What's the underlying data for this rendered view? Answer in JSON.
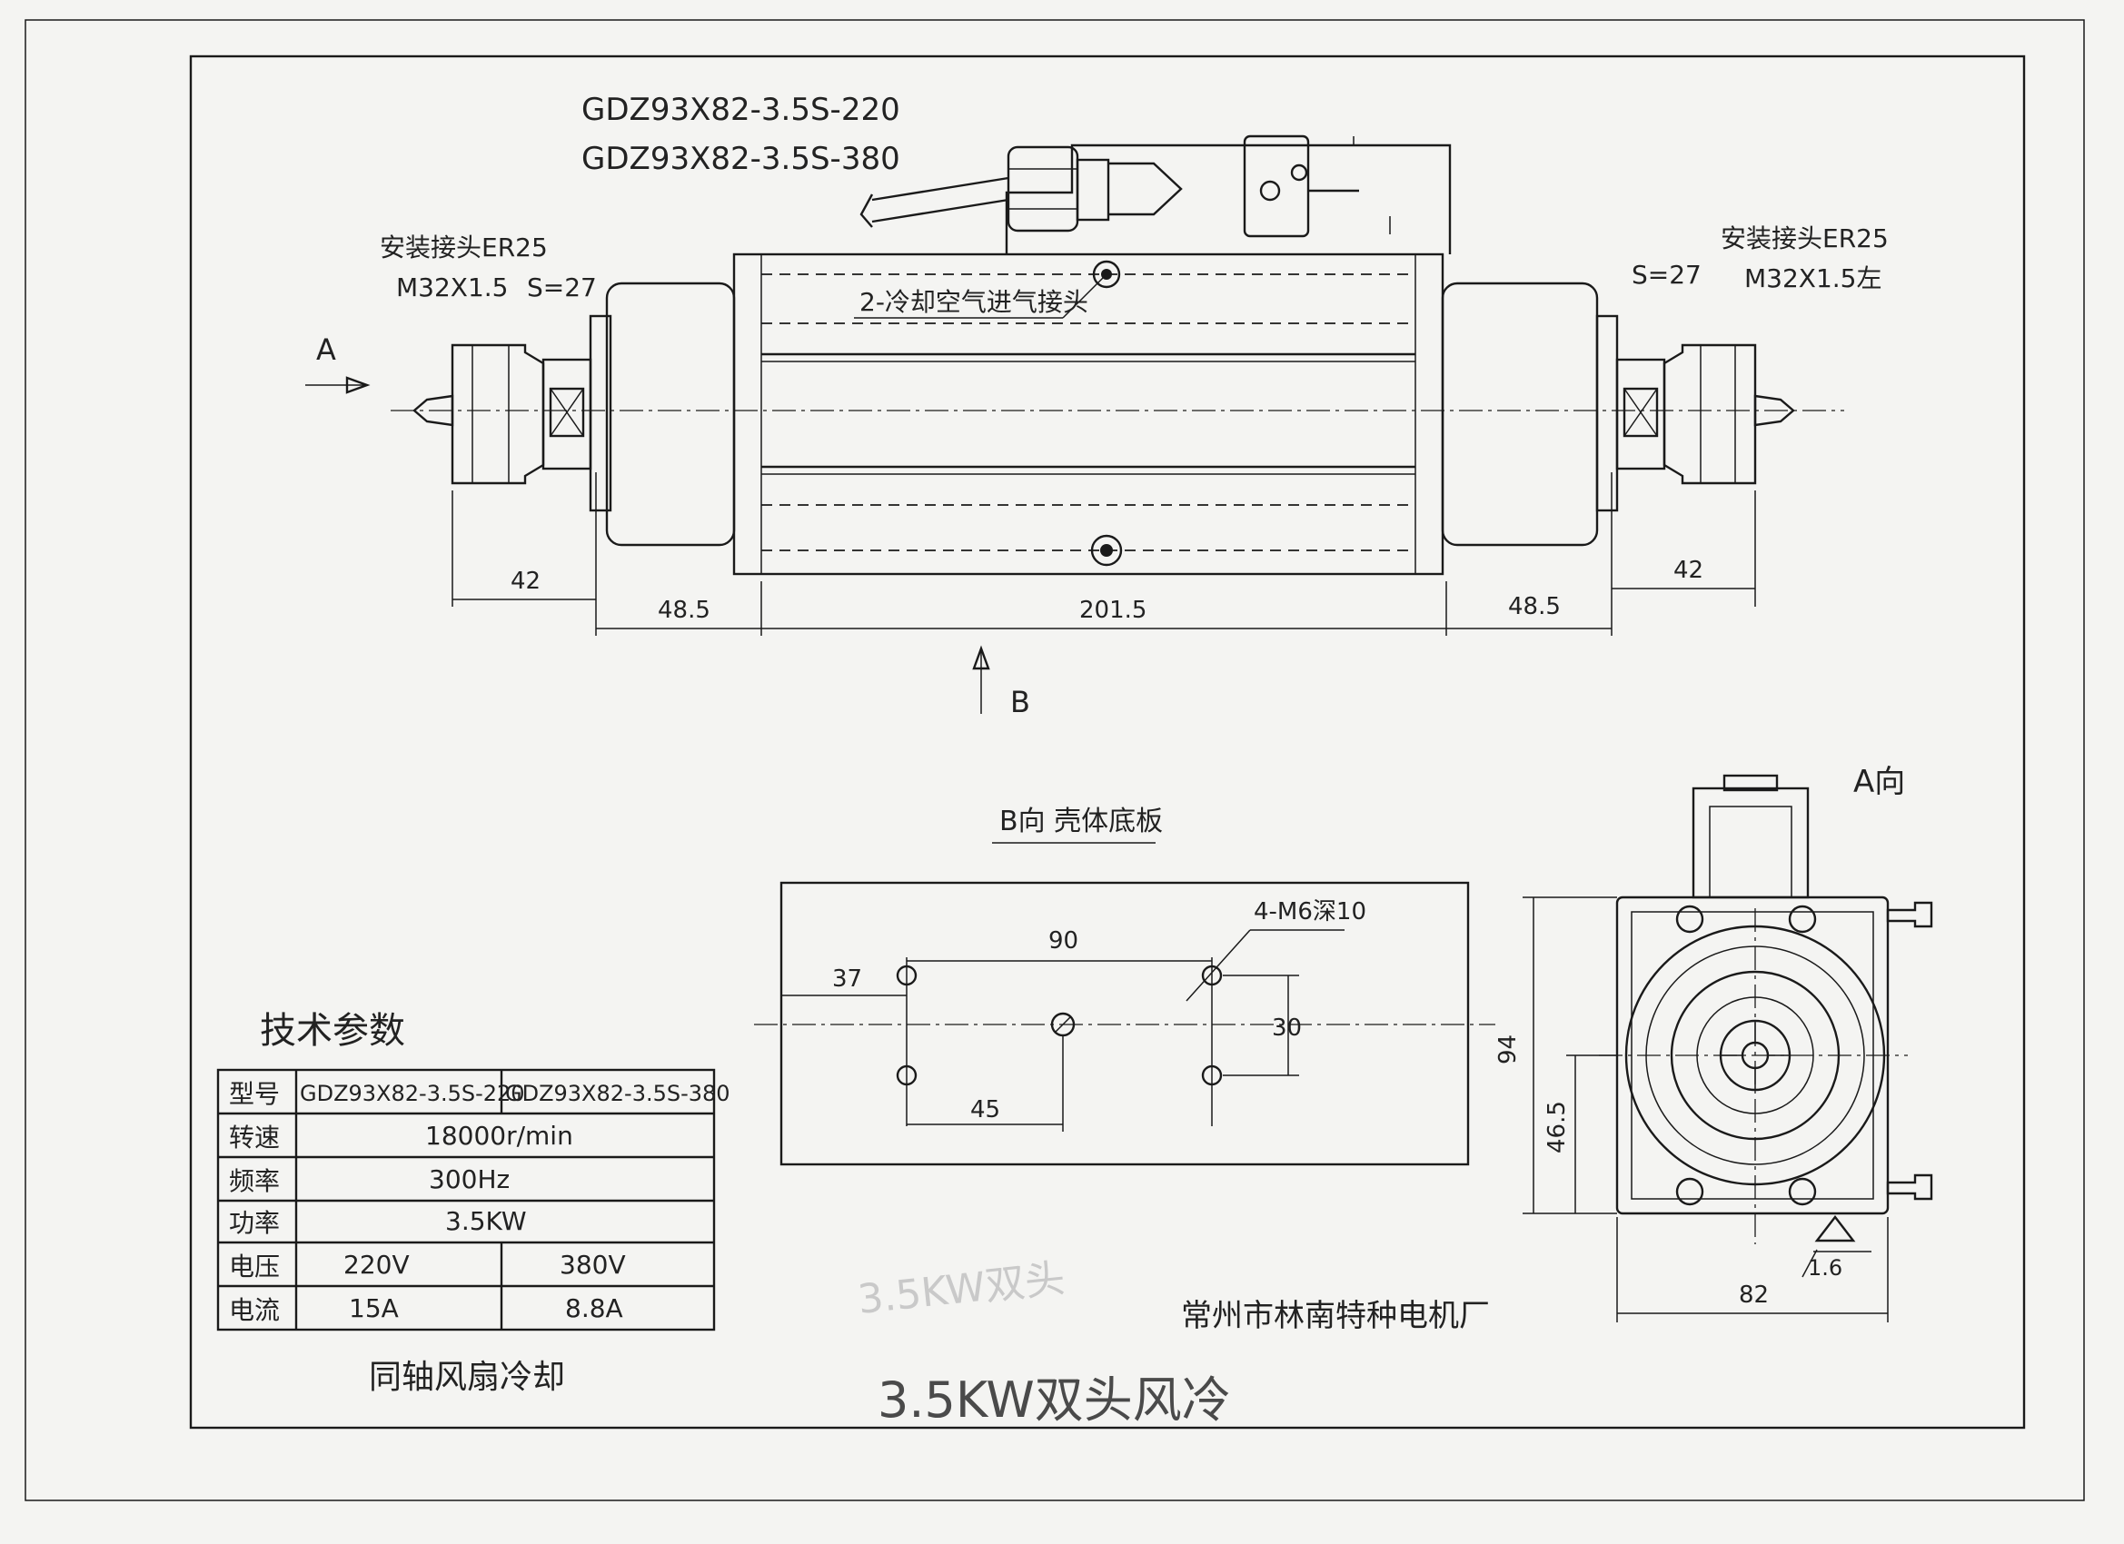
{
  "models": {
    "line1": "GDZ93X82-3.5S-220",
    "line2": "GDZ93X82-3.5S-380"
  },
  "left_collet": {
    "line1": "安装接头ER25",
    "line2": "M32X1.5",
    "wrench": "S=27"
  },
  "right_collet": {
    "line1": "安装接头ER25",
    "line2": "M32X1.5左",
    "wrench": "S=27"
  },
  "cooling_inlet": "2-冷却空气进气接头",
  "view_arrows": {
    "a": "A",
    "b": "B"
  },
  "dimensions": {
    "left_collet_len": "42",
    "left_nose_len": "48.5",
    "body_len": "201.5",
    "right_nose_len": "48.5",
    "right_collet_len": "42"
  },
  "b_view": {
    "title": "B向  壳体底板",
    "holes_label": "4-M6深10",
    "dim_90": "90",
    "dim_37": "37",
    "dim_30": "30",
    "dim_45": "45"
  },
  "a_view": {
    "title": "A向",
    "dim_94": "94",
    "dim_465": "46.5",
    "dim_82": "82",
    "roughness": "1.6"
  },
  "spec_table": {
    "title": "技术参数",
    "rows": [
      {
        "label": "型号",
        "v1": "GDZ93X82-3.5S-220",
        "v2": "GDZ93X82-3.5S-380"
      },
      {
        "label": "转速",
        "span": "18000r/min"
      },
      {
        "label": "频率",
        "span": "300Hz"
      },
      {
        "label": "功率",
        "span": "3.5KW"
      },
      {
        "label": "电压",
        "v1": "220V",
        "v2": "380V"
      },
      {
        "label": "电流",
        "v1": "15A",
        "v2": "8.8A"
      }
    ]
  },
  "cooling_note": "同轴风扇冷却",
  "manufacturer": "常州市林南特种电机厂",
  "handwritten_title": "3.5KW双头风冷",
  "faint_mark": "3.5KW双头"
}
